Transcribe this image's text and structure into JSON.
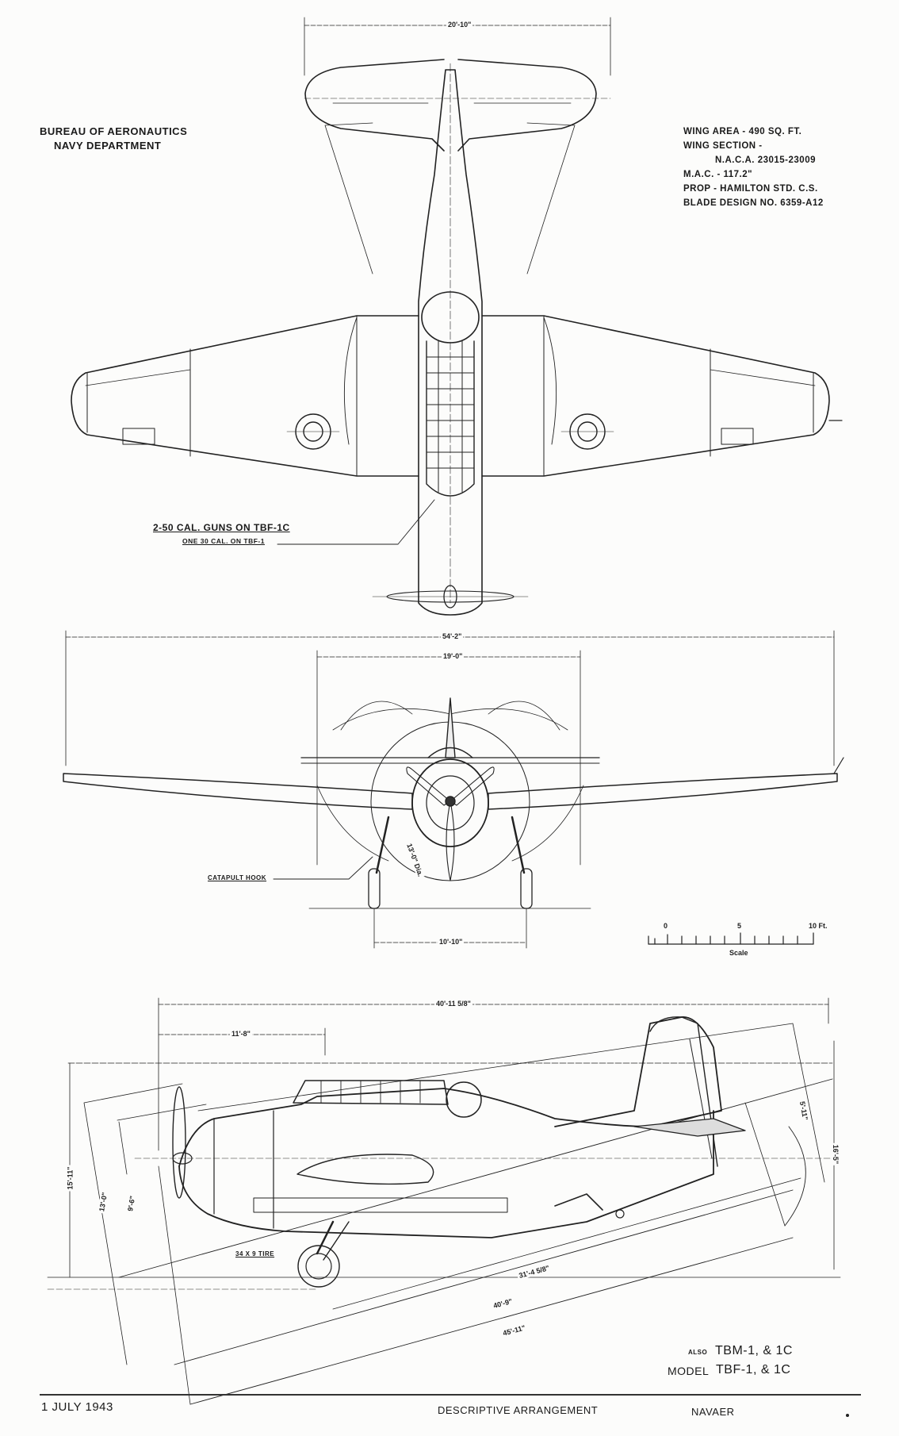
{
  "header": {
    "agency_line1": "Bureau of Aeronautics",
    "agency_line2": "Navy Department"
  },
  "specs": {
    "wing_area": "Wing Area - 490 Sq. Ft.",
    "wing_section_label": "Wing Section -",
    "wing_section_value": "N.A.C.A. 23015-23009",
    "mac": "M.A.C. - 117.2\"",
    "prop": "Prop - Hamilton Std. C.S.",
    "blade": "Blade Design No. 6359-A12"
  },
  "top_view": {
    "stabilizer_span": "20'-10\"",
    "callout_guns": "2-50 Cal. Guns on TBF-1C",
    "callout_guns_alt": "One 30 Cal. on TBF-1"
  },
  "front_view": {
    "wing_span": "54'-2\"",
    "folded_width": "19'-0\"",
    "prop_diameter": "13'-0\" Dia.",
    "tread": "10'-10\"",
    "callout_hook": "Catapult Hook"
  },
  "scale": {
    "tick_0": "0",
    "tick_5": "5",
    "tick_10": "10 Ft.",
    "label": "Scale"
  },
  "side_view": {
    "overall_length": "40'-11 5/8\"",
    "nose_dim": "11'-8\"",
    "tire_label": "34 x 9 Tire",
    "dim_ground_line": "31'-4 5/8\"",
    "dim_40_9": "40'-9\"",
    "dim_45_11": "45'-11\"",
    "height_left": "15'-11\"",
    "height_prop_a": "13'-0\"",
    "height_prop_b": "9'-6\"",
    "height_right": "16'-5\"",
    "tail_dim": "5'-11\""
  },
  "footer": {
    "also_prefix": "Also",
    "also_models": "TBM-1, & 1C",
    "model_prefix": "Model",
    "model_value": "TBF-1, & 1C",
    "date": "1 July 1943",
    "doc_type": "Descriptive Arrangement",
    "org": "NAVAER"
  }
}
